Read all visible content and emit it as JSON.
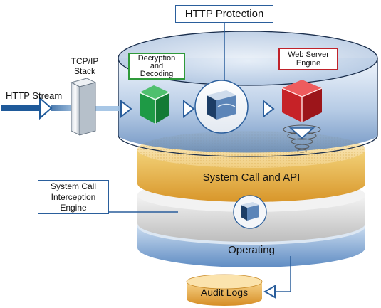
{
  "labels": {
    "http_protection": "HTTP Protection",
    "tcp_ip_stack_line1": "TCP/IP",
    "tcp_ip_stack_line2": "Stack",
    "http_stream": "HTTP Stream",
    "decryption_line1": "Decryption",
    "decryption_line2": "and",
    "decryption_line3": "Decoding",
    "web_server_line1": "Web Server",
    "web_server_line2": "Engine",
    "system_call_api": "System Call and API",
    "interception_line1": "System Call",
    "interception_line2": "Interception",
    "interception_line3": "Engine",
    "operating": "Operating",
    "audit_logs": "Audit Logs"
  },
  "colors": {
    "blue_accent": "#2a5e9c",
    "green_box_border": "#2f9a3a",
    "red_box_border": "#c0222a",
    "green_cube": "#1e9a45",
    "red_cube": "#d42a2f",
    "api_band": "#e7b23a",
    "os_band": "#6e97c8",
    "audit_log": "#e8a93a"
  },
  "icons": {
    "product_box": "software-box-icon",
    "arrow": "chevron-arrow-icon"
  }
}
